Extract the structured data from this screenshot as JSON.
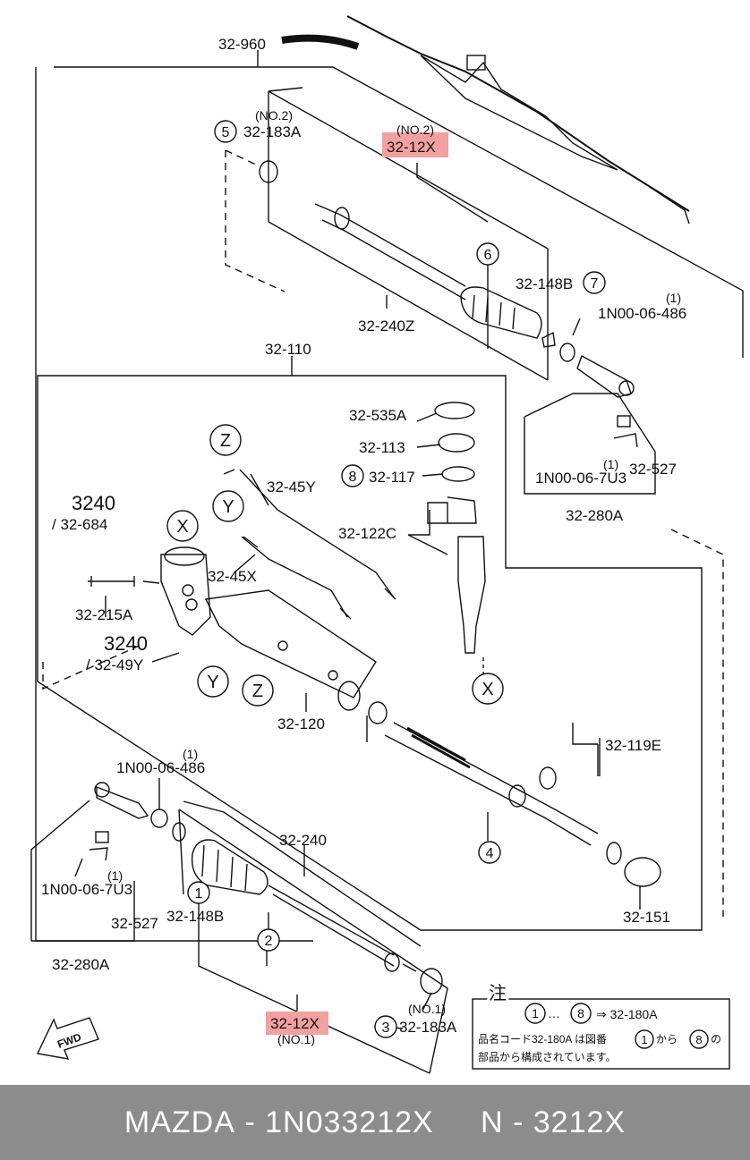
{
  "colors": {
    "highlight": "#f2a0a0",
    "footer_bg": "#8c8c8c",
    "line": "#111111"
  },
  "labels": {
    "assy": "32-960",
    "tie_rod_no2": "32-12X",
    "tie_rod_no2_tag": "(NO.2)",
    "boot_band_no2": "32-183A",
    "boot_band_no2_tag": "(NO.2)",
    "inner_rod": "32-240Z",
    "clip_r": "32-148B",
    "nut_top": "1N00-06-486",
    "nut_top_tag": "(1)",
    "gear_sub": "32-110",
    "seal_a": "32-535A",
    "bearing": "32-113",
    "oring": "32-117",
    "valve_line_z": "32-45Y",
    "valve_line_y": "32-45X",
    "pinion": "32-122C",
    "ref_3240_a": "3240",
    "ref_684": "/ 32-684",
    "bolt": "32-215A",
    "ref_3240_b": "3240",
    "ref_49y": "/ 32-49Y",
    "housing": "32-120",
    "rack": "32-119E",
    "tie_end_r_pin": "1N00-06-7U3",
    "tie_end_r_pin_tag": "(1)",
    "tie_end_r_clip": "32-527",
    "tie_end_r": "32-280A",
    "nut_left": "1N00-06-486",
    "nut_left_tag": "(1)",
    "inner_rod_l": "32-240",
    "pin_left": "1N00-06-7U3",
    "pin_left_tag": "(1)",
    "clip_left": "32-527",
    "tie_end_l": "32-280A",
    "clip_l": "32-148B",
    "seal_b": "32-151",
    "boot_band_no1": "32-183A",
    "boot_band_no1_tag": "(NO.1)",
    "tie_rod_no1": "32-12X",
    "tie_rod_no1_tag": "(NO.1)",
    "fwd": "FWD"
  },
  "callouts": {
    "c1": "1",
    "c2": "2",
    "c3": "3",
    "c4": "4",
    "c5": "5",
    "c6": "6",
    "c7": "7",
    "c8": "8",
    "x_top": "X",
    "x_bottom": "X",
    "y_top": "Y",
    "y_bottom": "Y",
    "z_top": "Z",
    "z_bottom": "Z"
  },
  "note": {
    "title": "注",
    "range_from": "1",
    "range_dots": "…",
    "range_to": "8",
    "range_result": "⇒ 32-180A",
    "line1_a": "品名コード32-180A は図番",
    "line1_b": "1",
    "line1_c": "から",
    "line1_d": "8",
    "line1_e": "の",
    "line2": "部品から構成されています。"
  },
  "footer": {
    "brand": "MAZDA",
    "sep": "-",
    "part_no": "1N033212X",
    "short_code": "N - 3212X"
  }
}
